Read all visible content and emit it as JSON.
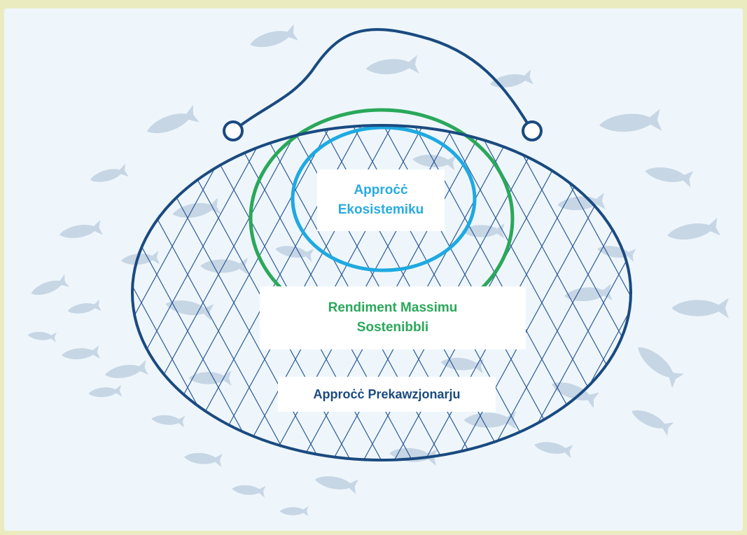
{
  "labels": {
    "ecosystem": "Approċċ Ekosistemiku",
    "msy": "Rendiment Massimu Sostenibbli",
    "precautionary": "Approċċ Prekawzjonarju"
  },
  "colors": {
    "background": "#ebebc0",
    "panel": "#eef6fb",
    "net": "#1a4a80",
    "msy_ring": "#2aa85a",
    "ecosystem_ring": "#1ea9e1",
    "fish": "#c2d3e3"
  },
  "icons": [
    "fish-icon",
    "fishing-net-icon"
  ]
}
